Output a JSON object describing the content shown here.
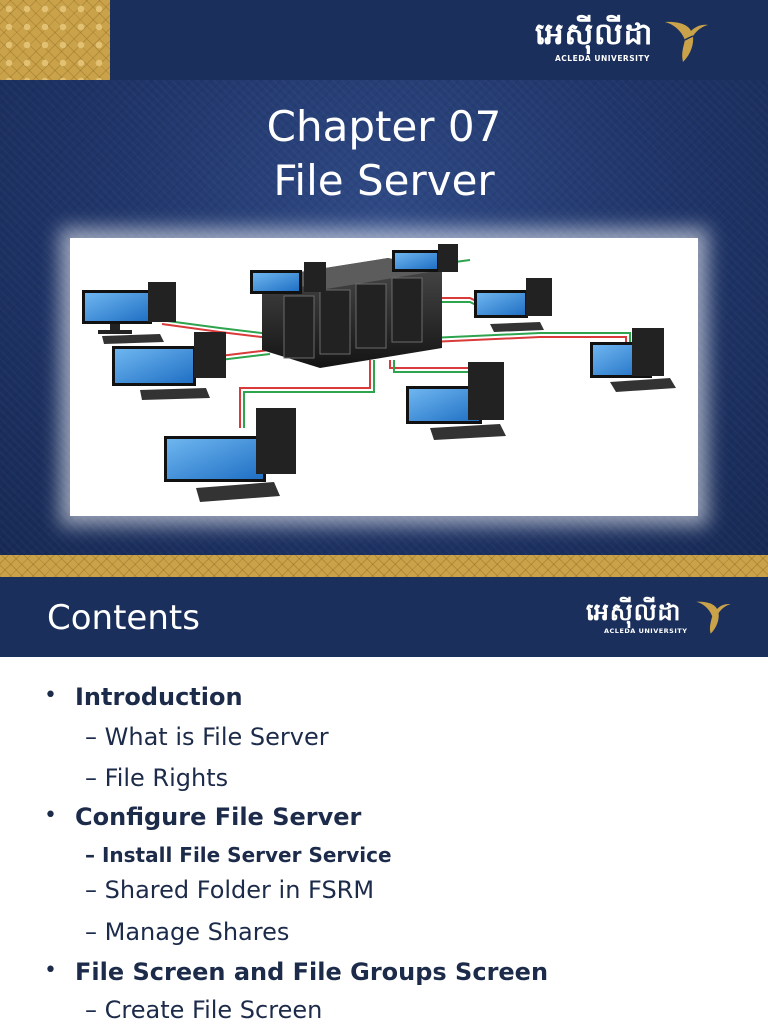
{
  "slide1": {
    "title_line1": "Chapter 07",
    "title_line2": "File Server",
    "image_alt": "file server network illustration"
  },
  "logo": {
    "khmer": "អេស៊ីលីដា",
    "university": "ACLEDA UNIVERSITY"
  },
  "slide2": {
    "heading": "Contents",
    "items": [
      {
        "bullet": "•",
        "text": "Introduction"
      },
      {
        "text": "– What is File Server"
      },
      {
        "text": "– File Rights"
      },
      {
        "bullet": "•",
        "text": "Configure File Server"
      },
      {
        "text": "– Install File Server Service"
      },
      {
        "text": "– Shared Folder in FSRM"
      },
      {
        "text": "– Manage Shares"
      },
      {
        "bullet": "•",
        "text": "File Screen and File Groups Screen"
      },
      {
        "text": "– Create File Screen"
      }
    ]
  },
  "colors": {
    "navy": "#1a2f5c",
    "gold": "#c9a24a",
    "text": "#1d2b4a"
  }
}
